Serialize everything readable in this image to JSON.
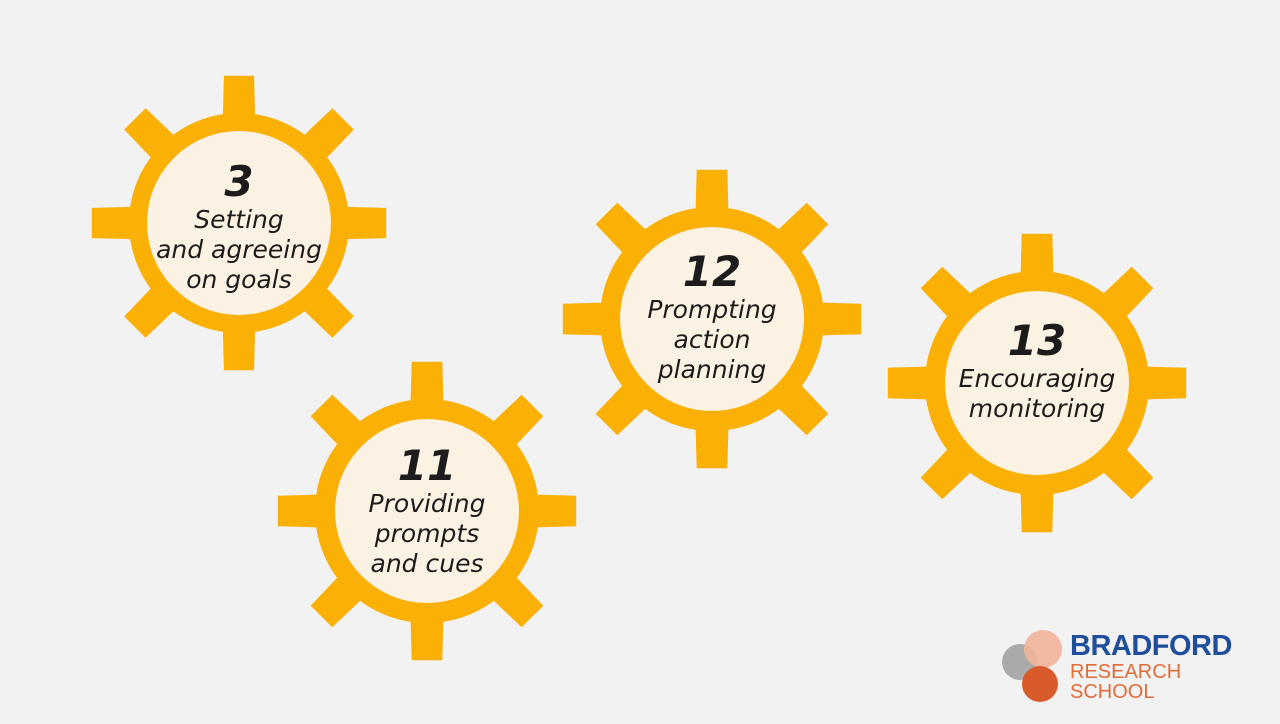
{
  "colors": {
    "background": "#f2f2f2",
    "gear": "#fab005",
    "gear_center": "#fcf2e3",
    "logo_blue": "#1f4e9a",
    "logo_orange": "#e06c3a"
  },
  "gears": [
    {
      "id": "gear-3",
      "number": "3",
      "text": "Setting\nand agreeing\non goals"
    },
    {
      "id": "gear-11",
      "number": "11",
      "text": "Providing\nprompts\nand cues"
    },
    {
      "id": "gear-12",
      "number": "12",
      "text": "Prompting\naction\nplanning"
    },
    {
      "id": "gear-13",
      "number": "13",
      "text": "Encouraging\nmonitoring"
    }
  ],
  "logo": {
    "title": "BRADFORD",
    "line1": "RESEARCH",
    "line2": "SCHOOL"
  }
}
